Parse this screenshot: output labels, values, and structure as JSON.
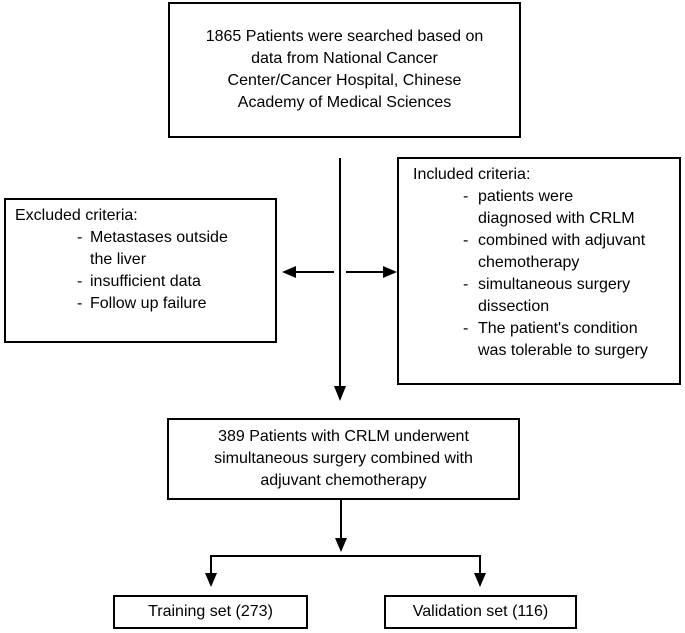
{
  "figure": {
    "type": "patient-selection-flowchart",
    "bullet": "-",
    "colors": {
      "border": "#000000",
      "text": "#000000",
      "background": "#ffffff"
    },
    "boxes": {
      "source": {
        "lines": [
          "1865 Patients were searched based on",
          "data from National Cancer",
          "Center/Cancer Hospital, Chinese",
          "Academy of Medical Sciences"
        ]
      },
      "excluded": {
        "title": "Excluded criteria:",
        "items": [
          {
            "lines": [
              "Metastases outside",
              "the liver"
            ]
          },
          {
            "lines": [
              "insufficient data"
            ]
          },
          {
            "lines": [
              "Follow up failure"
            ]
          }
        ]
      },
      "included": {
        "title": "Included criteria:",
        "items": [
          {
            "lines": [
              "patients were",
              "diagnosed with CRLM"
            ]
          },
          {
            "lines": [
              "combined with adjuvant",
              "chemotherapy"
            ]
          },
          {
            "lines": [
              "simultaneous surgery",
              "dissection"
            ]
          },
          {
            "lines": [
              "The patient's condition",
              "was tolerable to surgery"
            ]
          }
        ]
      },
      "cohort": {
        "lines": [
          "389 Patients with CRLM underwent",
          "simultaneous surgery combined with",
          "adjuvant chemotherapy"
        ]
      },
      "training": {
        "label": "Training set (273)"
      },
      "validation": {
        "label": "Validation set (116)"
      }
    }
  }
}
